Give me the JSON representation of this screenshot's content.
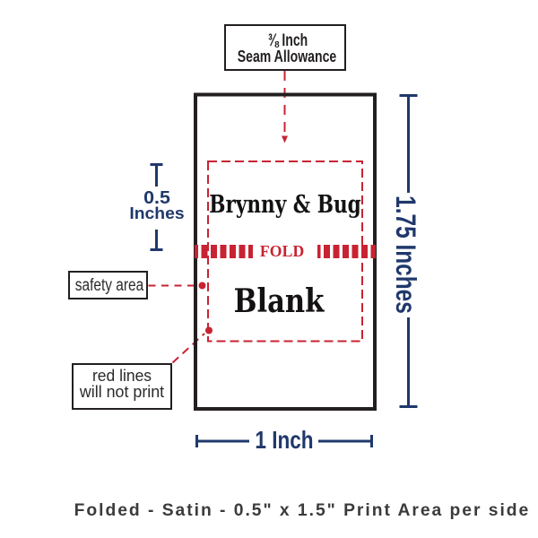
{
  "colors": {
    "red": "#c82332",
    "navy": "#20386b",
    "ink": "#231f20",
    "caption_gray": "#3b3b3b"
  },
  "seam_note": {
    "line1": "⅜ Inch",
    "line2": "Seam Allowance"
  },
  "tag": {
    "front_text": "Brynny & Bug",
    "fold_label": "FOLD",
    "back_text": "Blank"
  },
  "measurements": {
    "print_area_line1": "0.5",
    "print_area_line2": "Inches",
    "tag_height": "1.75 Inches",
    "tag_width": "1 Inch"
  },
  "annotations": {
    "safety_area": "safety area",
    "red_lines_line1": "red lines",
    "red_lines_line2": "will not print"
  },
  "caption": "Folded - Satin - 0.5\" x 1.5\" Print Area per side"
}
